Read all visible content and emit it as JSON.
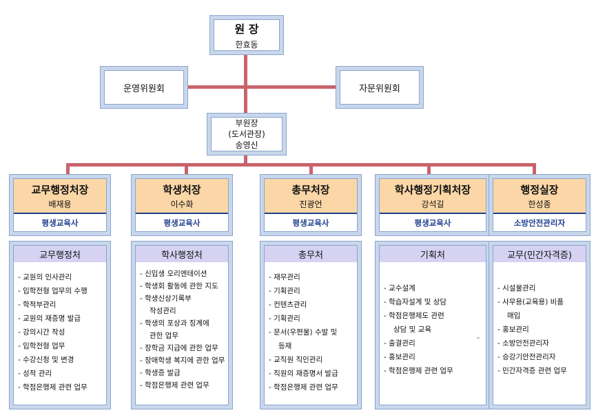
{
  "top": {
    "title": "원 장",
    "name": "한효동"
  },
  "side_left": "운영위원회",
  "side_right": "자문위원회",
  "vice": {
    "line1": "부원장",
    "line2": "(도서관장)",
    "line3": "송영신"
  },
  "departments": [
    {
      "title": "교무행정처장",
      "name": "배재용",
      "foot": "평생교육사"
    },
    {
      "title": "학생처장",
      "name": "이수화",
      "foot": "평생교육사"
    },
    {
      "title": "총무처장",
      "name": "진광언",
      "foot": "평생교육사"
    },
    {
      "title": "학사행정기획처장",
      "name": "강석길",
      "foot": "평생교육사"
    },
    {
      "title": "행정실장",
      "name": "한성종",
      "foot": "소방안전관리자"
    }
  ],
  "functions": [
    {
      "title": "교무행정처",
      "items": [
        "교원의 인사관리",
        "입학전형 업무의 수행",
        "학적부관리",
        "교원의 재증명 발급",
        "강의시간 작성",
        "입학전형 업무",
        "수강신청 및 변경",
        "성적 관리",
        "학점은행제 관련 업무"
      ]
    },
    {
      "title": "학사행정처",
      "items": [
        "신입생 오리엔테이션",
        "학생회 활동에 관한 지도",
        "학생신상기록부",
        "작성관리",
        "학생의 포상과 징계에",
        "관한 업무",
        "장학금 지급에 관한 업무",
        "장애학생 복지에 관한 업무",
        "학생증 발급",
        "학점은행제 관련 업무"
      ]
    },
    {
      "title": "총무처",
      "items": [
        "재무관리",
        "기획관리",
        "컨텐츠관리",
        "기획관리",
        "문서(우편물) 수발 및",
        "등재",
        "교직원 직인관리",
        "직원의 재증명서 발급",
        "학점은행제 관련 업무"
      ]
    },
    {
      "title": "기획처",
      "items": [
        "교수설계",
        "학습자설계 및 상담",
        "학점은행제도 관련",
        "상담 및 교육",
        "출결관리",
        "홍보관리",
        "학점은행제 관련 업무"
      ]
    },
    {
      "title": "교무(민간자격증)",
      "items": [
        "시설물관리",
        "사무용(교육용) 비품",
        "매입",
        "홍보관리",
        "소방안전관리자",
        "승강기안전관리자",
        "민간자격증 관련 업무"
      ]
    }
  ],
  "colors": {
    "connector": "#c9636b",
    "frame": "#c8d7ec",
    "dept_head": "#fbd6a6",
    "func_head": "#d5d2f2",
    "accent": "#1f3f8f"
  }
}
